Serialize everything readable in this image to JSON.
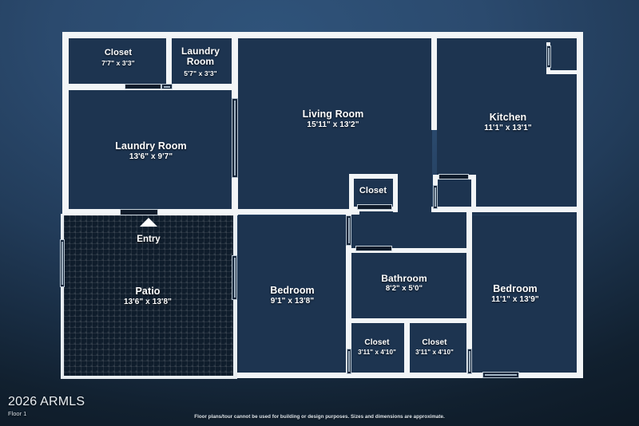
{
  "branding": {
    "name": "2026 ARMLS",
    "floor": "Floor 1"
  },
  "disclaimer": "Floor plans/tour cannot be used for building or design purposes. Sizes and dimensions are approximate.",
  "entry": {
    "label": "Entry",
    "marker": "triangle-up"
  },
  "rooms": [
    {
      "id": "closet-top-left",
      "name": "Closet",
      "dim": "7'7\" x 3'3\""
    },
    {
      "id": "laundry-top",
      "name": "Laundry Room",
      "dim": "5'7\" x 3'3\""
    },
    {
      "id": "living-room",
      "name": "Living Room",
      "dim": "15'11\" x 13'2\""
    },
    {
      "id": "kitchen",
      "name": "Kitchen",
      "dim": "11'1\" x 13'1\""
    },
    {
      "id": "laundry-main",
      "name": "Laundry Room",
      "dim": "13'6\" x 9'7\""
    },
    {
      "id": "patio",
      "name": "Patio",
      "dim": "13'6\" x 13'8\""
    },
    {
      "id": "bedroom-left",
      "name": "Bedroom",
      "dim": "9'1\" x 13'8\""
    },
    {
      "id": "closet-center",
      "name": "Closet",
      "dim": ""
    },
    {
      "id": "bathroom",
      "name": "Bathroom",
      "dim": "8'2\" x 5'0\""
    },
    {
      "id": "closet-bath-left",
      "name": "Closet",
      "dim": "3'11\" x 4'10\""
    },
    {
      "id": "closet-bath-right",
      "name": "Closet",
      "dim": "3'11\" x 4'10\""
    },
    {
      "id": "bedroom-right",
      "name": "Bedroom",
      "dim": "11'1\" x 13'9\""
    }
  ],
  "colors": {
    "wall": "#f2f5f7",
    "room_fill": "#1d3450",
    "patio_fill": "#0f1d2c",
    "background_top": "#2f537a",
    "background_bottom": "#0c1722",
    "text": "#ffffff"
  }
}
